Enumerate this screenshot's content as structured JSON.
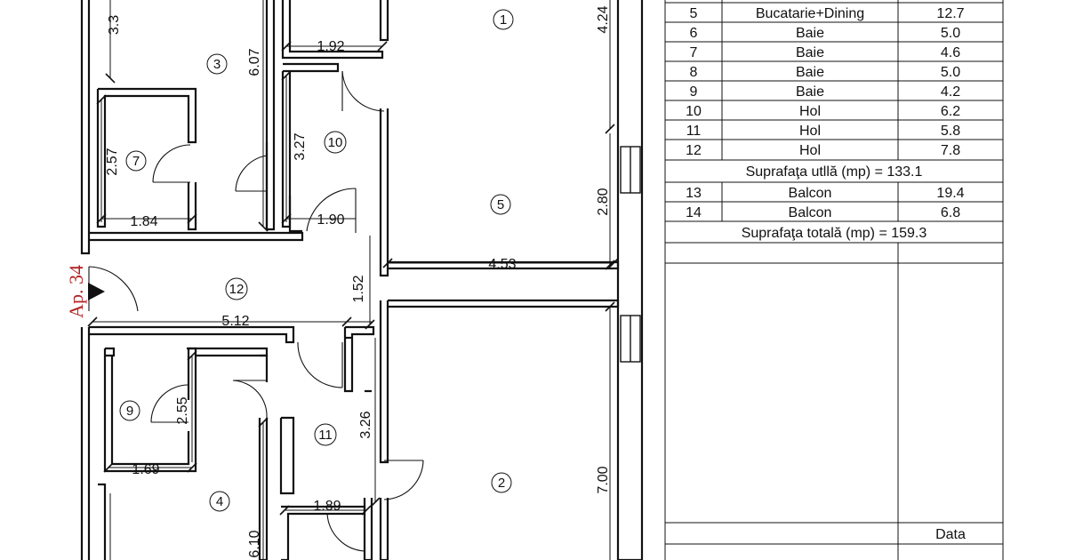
{
  "plan": {
    "dimensions": [
      {
        "id": "d-3-3",
        "text": "3.3"
      },
      {
        "id": "d-6-07",
        "text": "6.07"
      },
      {
        "id": "d-1-92",
        "text": "1.92"
      },
      {
        "id": "d-4-24",
        "text": "4.24"
      },
      {
        "id": "d-3-27",
        "text": "3.27"
      },
      {
        "id": "d-2-57",
        "text": "2.57"
      },
      {
        "id": "d-1-84",
        "text": "1.84"
      },
      {
        "id": "d-1-90",
        "text": "1.90"
      },
      {
        "id": "d-2-80",
        "text": "2.80"
      },
      {
        "id": "d-4-53",
        "text": "4.53"
      },
      {
        "id": "d-1-52",
        "text": "1.52"
      },
      {
        "id": "d-5-12",
        "text": "5.12"
      },
      {
        "id": "d-2-55",
        "text": "2.55"
      },
      {
        "id": "d-3-26",
        "text": "3.26"
      },
      {
        "id": "d-1-69",
        "text": "1.69"
      },
      {
        "id": "d-7-00",
        "text": "7.00"
      },
      {
        "id": "d-1-89",
        "text": "1.89"
      },
      {
        "id": "d-6-10",
        "text": "6.10"
      }
    ],
    "rooms": [
      "1",
      "2",
      "3",
      "4",
      "5",
      "7",
      "9",
      "10",
      "11",
      "12"
    ],
    "apartment_label": "Ap. 34"
  },
  "table": {
    "rows": [
      {
        "nr": "5",
        "name": "Bucatarie+Dining",
        "area": "12.7"
      },
      {
        "nr": "6",
        "name": "Baie",
        "area": "5.0"
      },
      {
        "nr": "7",
        "name": "Baie",
        "area": "4.6"
      },
      {
        "nr": "8",
        "name": "Baie",
        "area": "5.0"
      },
      {
        "nr": "9",
        "name": "Baie",
        "area": "4.2"
      },
      {
        "nr": "10",
        "name": "Hol",
        "area": "6.2"
      },
      {
        "nr": "11",
        "name": "Hol",
        "area": "5.8"
      },
      {
        "nr": "12",
        "name": "Hol",
        "area": "7.8"
      }
    ],
    "useful_total": "Suprafaţa utllă (mp) = 133.1",
    "balcony_rows": [
      {
        "nr": "13",
        "name": "Balcon",
        "area": "19.4"
      },
      {
        "nr": "14",
        "name": "Balcon",
        "area": "6.8"
      }
    ],
    "grand_total": "Suprafaţa totală (mp) = 159.3",
    "date_label": "Data"
  }
}
